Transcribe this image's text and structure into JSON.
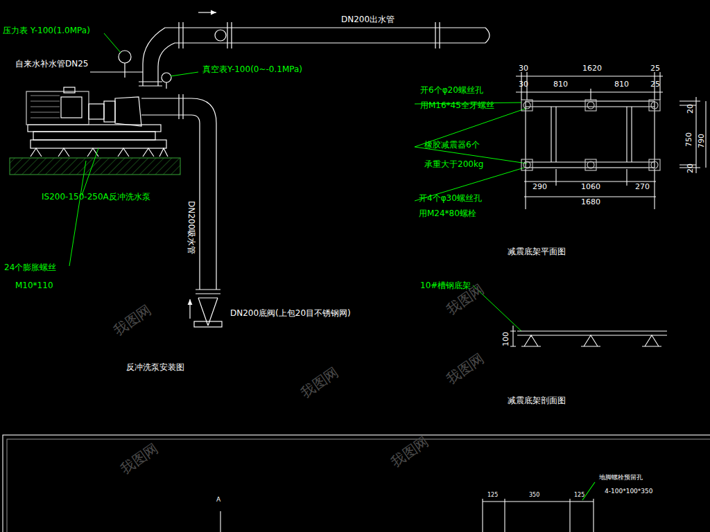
{
  "diagram": {
    "labels": [
      "压力表 Y-100(1.0MPa)",
      "自来水补水管DN25",
      "真空表Y-100(0~-0.1MPa)",
      "DN200出水管",
      "IS200-150-250A反冲洗水泵",
      "DN200吸水管",
      "24个膨胀螺丝",
      "M10*110",
      "DN200底阀(上包20目不锈钢网)",
      "反冲洗泵安装图",
      "30",
      "1620",
      "25",
      "30",
      "810",
      "810",
      "25",
      "20",
      "750",
      "790",
      "20",
      "290",
      "1060",
      "270",
      "1680",
      "开6个φ20螺丝孔",
      "用M16*45全牙螺丝",
      "橡胶减震器6个",
      "承重大于200kg",
      "开4个φ30螺丝孔",
      "用M24*80螺栓",
      "减震底架平面图",
      "10#槽钢底架",
      "100",
      "减震底架剖面图",
      "A",
      "地脚螺栓预留孔",
      "4-100*100*350",
      "125",
      "350",
      "125",
      "我图网",
      "我图网",
      "我图网",
      "我图网",
      "我图网",
      "我图网"
    ]
  }
}
